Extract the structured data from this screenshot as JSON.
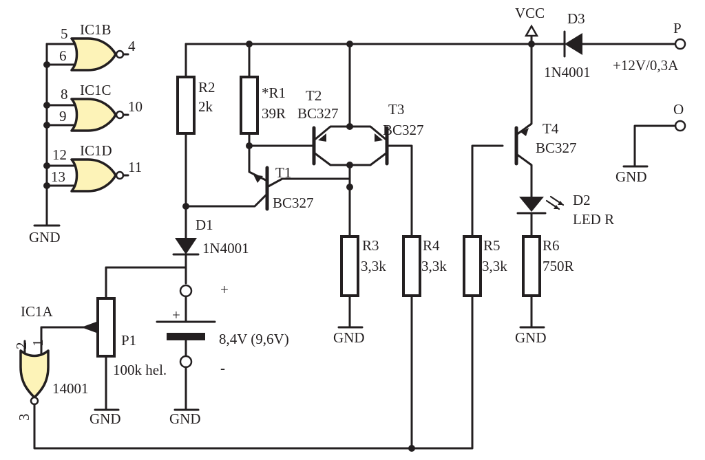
{
  "gates": {
    "ic1b": {
      "name": "IC1B",
      "in_a": "5",
      "in_b": "6",
      "out": "4"
    },
    "ic1c": {
      "name": "IC1C",
      "in_a": "8",
      "in_b": "9",
      "out": "10"
    },
    "ic1d": {
      "name": "IC1D",
      "in_a": "12",
      "in_b": "13",
      "out": "11"
    },
    "ic1a": {
      "name": "IC1A",
      "in_a": "2",
      "in_b": "1",
      "out": "3",
      "part": "14001"
    }
  },
  "ground_label": "GND",
  "supply": {
    "vcc": "VCC",
    "out_p": "P",
    "out_rating": "+12V/0,3A",
    "out_o": "O"
  },
  "components": {
    "r1": {
      "ref": "*R1",
      "value": "39R"
    },
    "r2": {
      "ref": "R2",
      "value": "2k"
    },
    "r3": {
      "ref": "R3",
      "value": "3,3k"
    },
    "r4": {
      "ref": "R4",
      "value": "3,3k"
    },
    "r5": {
      "ref": "R5",
      "value": "3,3k"
    },
    "r6": {
      "ref": "R6",
      "value": "750R"
    },
    "t1": {
      "ref": "T1",
      "value": "BC327"
    },
    "t2": {
      "ref": "T2",
      "value": "BC327"
    },
    "t3": {
      "ref": "T3",
      "value": "BC327"
    },
    "t4": {
      "ref": "T4",
      "value": "BC327"
    },
    "d1": {
      "ref": "D1",
      "value": "1N4001"
    },
    "d2": {
      "ref": "D2",
      "value": "LED R"
    },
    "d3": {
      "ref": "D3",
      "value": "1N4001"
    },
    "p1": {
      "ref": "P1",
      "value": "100k hel."
    }
  },
  "battery": {
    "plus": "+",
    "minus": "-",
    "cell_plus": "+",
    "value": "8,4V (9,6V)"
  }
}
